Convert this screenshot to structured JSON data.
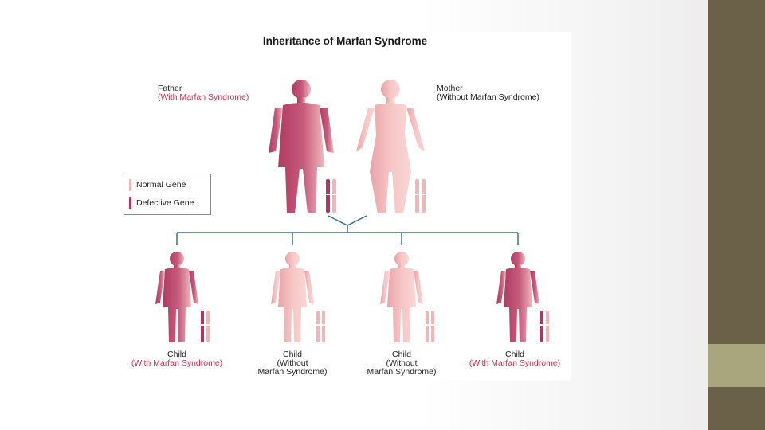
{
  "title": "Inheritance of Marfan Syndrome",
  "parents": {
    "father": {
      "label": "Father",
      "status": "(With Marfan Syndrome)"
    },
    "mother": {
      "label": "Mother",
      "status": "(Without Marfan Syndrome)"
    }
  },
  "legend": {
    "normal": "Normal Gene",
    "defective": "Defective Gene"
  },
  "children": [
    {
      "label": "Child",
      "status_line1": "(With Marfan Syndrome)",
      "status_line2": ""
    },
    {
      "label": "Child",
      "status_line1": "(Without",
      "status_line2": "Marfan Syndrome)"
    },
    {
      "label": "Child",
      "status_line1": "(Without",
      "status_line2": "Marfan Syndrome)"
    },
    {
      "label": "Child",
      "status_line1": "(With Marfan Syndrome)",
      "status_line2": ""
    }
  ],
  "colors": {
    "affected": "#b5345e",
    "unaffected": "#f2b5b6",
    "affected_text": "#c8344f",
    "tree_line": "#3d6f85",
    "sidebar": "#6b6048",
    "sidebar_accent": "#a9a57c"
  }
}
